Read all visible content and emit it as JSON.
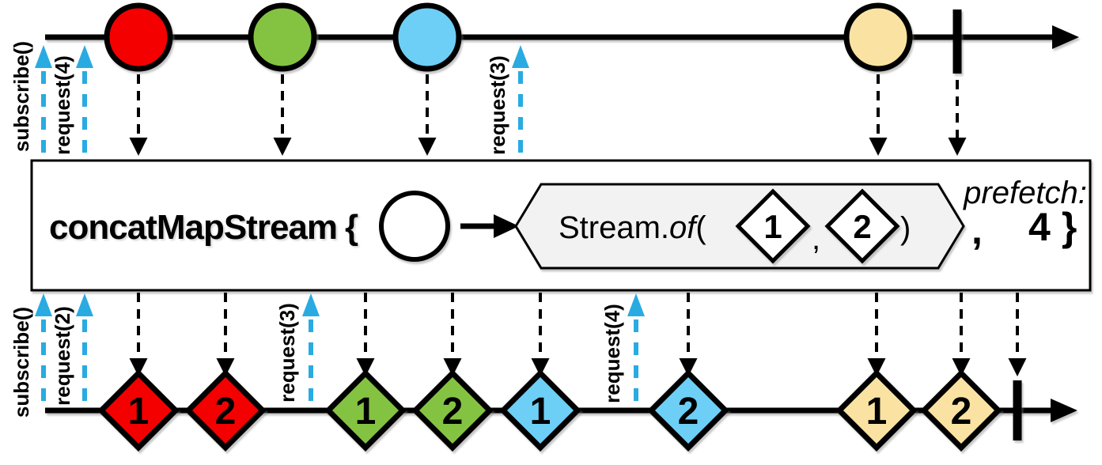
{
  "colors": {
    "red": "#F40000",
    "green": "#84C341",
    "cyan": "#6DCFF6",
    "yellow": "#FAE3A2",
    "signal": "#29ABE2",
    "hexagon_fill": "#F2F2F2",
    "stroke": "#000000"
  },
  "icons": {
    "map_arrow_icon": "→",
    "complete_bar_icon": "|",
    "emit_arrow_icon": "↓",
    "signal_arrow_icon": "↑"
  },
  "operator": {
    "name": "concatMapStream",
    "brace_open": "{",
    "inner": {
      "call_prefix": "Stream.",
      "call_method": "of",
      "paren_open": "(",
      "item1": "1",
      "separator": ",",
      "item2": "2",
      "paren_close": ")"
    },
    "args_separator": ",",
    "prefetch_label": "prefetch:",
    "prefetch_value": "4",
    "brace_close": "}"
  },
  "input_stream": {
    "signals": [
      {
        "label": "subscribe()"
      },
      {
        "label": "request(4)"
      },
      {
        "label": "request(3)"
      }
    ],
    "marbles": [
      {
        "color": "red"
      },
      {
        "color": "green"
      },
      {
        "color": "cyan"
      },
      {
        "color": "yellow"
      }
    ],
    "complete": true
  },
  "output_stream": {
    "signals": [
      {
        "label": "subscribe()"
      },
      {
        "label": "request(2)"
      },
      {
        "label": "request(3)"
      },
      {
        "label": "request(4)"
      }
    ],
    "marbles": [
      {
        "label": "1",
        "color": "red"
      },
      {
        "label": "2",
        "color": "red"
      },
      {
        "label": "1",
        "color": "green"
      },
      {
        "label": "2",
        "color": "green"
      },
      {
        "label": "1",
        "color": "cyan"
      },
      {
        "label": "2",
        "color": "cyan"
      },
      {
        "label": "1",
        "color": "yellow"
      },
      {
        "label": "2",
        "color": "yellow"
      }
    ],
    "complete": true
  }
}
